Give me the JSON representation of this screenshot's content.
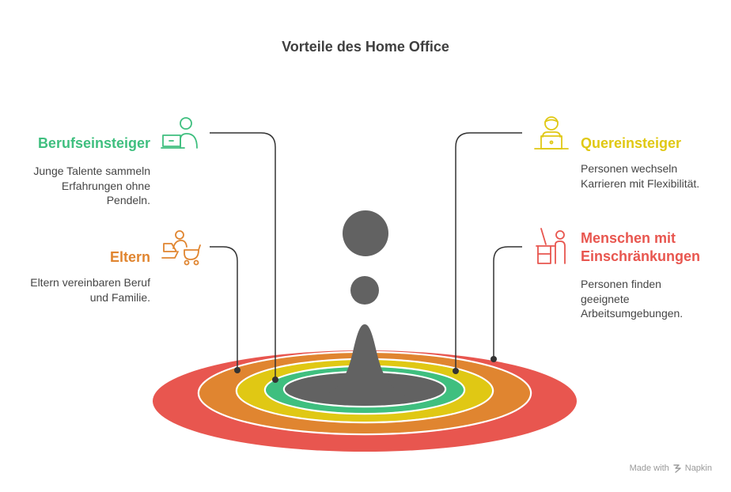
{
  "title": "Vorteile des Home Office",
  "colors": {
    "green": "#3fbf7f",
    "yellow": "#e0c814",
    "orange": "#e08530",
    "red": "#e8564f",
    "gray": "#626262"
  },
  "items": [
    {
      "heading": "Berufseinsteiger",
      "description": "Junge Talente sammeln Erfahrungen ohne Pendeln.",
      "icon": "person-laptop-icon",
      "color": "green"
    },
    {
      "heading": "Quereinsteiger",
      "description": "Personen wechseln Karrieren mit Flexibilität.",
      "icon": "person-computer-icon",
      "color": "yellow"
    },
    {
      "heading": "Eltern",
      "description": "Eltern vereinbaren Beruf und Familie.",
      "icon": "parent-stroller-icon",
      "color": "orange"
    },
    {
      "heading": "Menschen mit Einschränkungen",
      "description": "Personen finden geeignete Arbeitsumgebungen.",
      "icon": "person-desk-icon",
      "color": "red"
    }
  ],
  "watermark": {
    "prefix": "Made with",
    "brand": "Napkin",
    "icon": "napkin-logo-icon"
  }
}
